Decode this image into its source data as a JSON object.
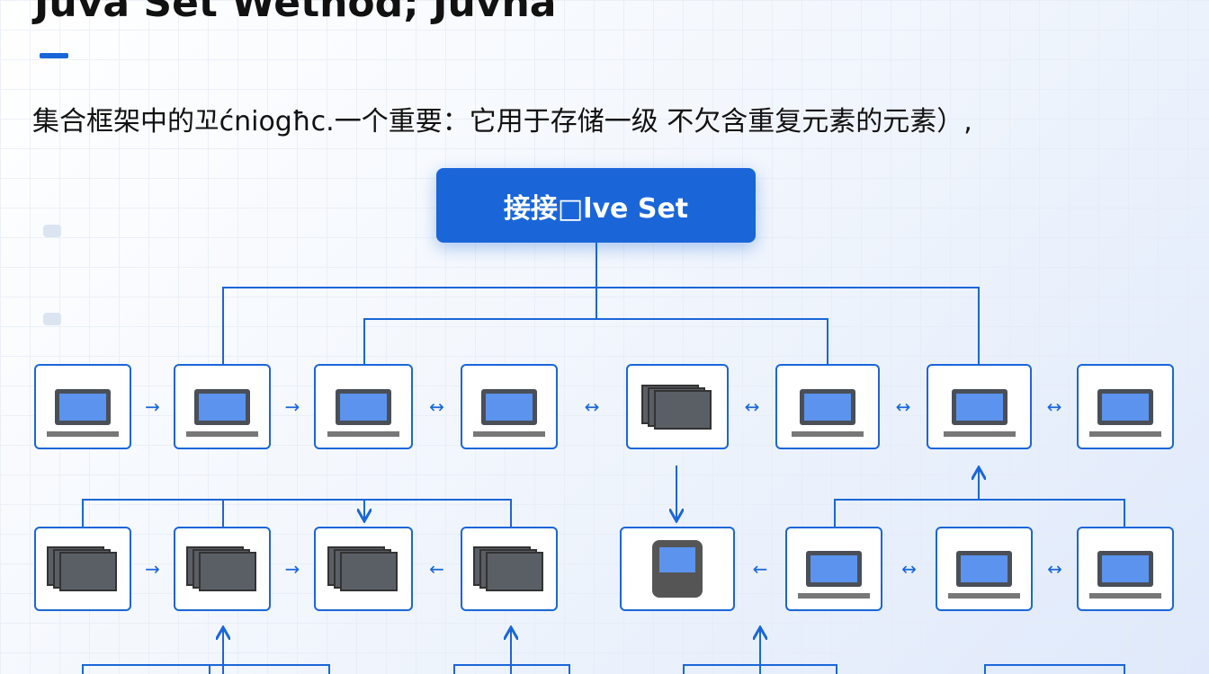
{
  "header": {
    "title": "Juva Set Wethod; Juvna",
    "subtitle": "集合框架中的꼬ćniogħc.一个重要：它用于存储一级 不欠含重复元素的元素）,"
  },
  "root": {
    "label": "接接□lve Set"
  },
  "colors": {
    "accent": "#1a66d9",
    "screen": "#5b93ee",
    "device": "#4a4f57"
  },
  "row1": {
    "icons": [
      "desktop-icon",
      "desktop-icon",
      "desktop-icon",
      "laptop-icon",
      "windows-stack-icon",
      "multi-monitor-icon",
      "close-window-icon",
      "laptop-icon"
    ],
    "arrows": [
      "→",
      "→",
      "↔",
      "↔",
      "↔",
      "↔",
      "↔"
    ]
  },
  "row2": {
    "icons": [
      "windows-stack-icon",
      "windows-stack-icon",
      "windows-stack-icon",
      "windows-stack-icon",
      "tablet-icon",
      "laptop-icon",
      "laptop-icon",
      "monitor-icon"
    ],
    "arrows": [
      "→",
      "→",
      "←",
      "",
      "←",
      "↔",
      "↔"
    ]
  }
}
